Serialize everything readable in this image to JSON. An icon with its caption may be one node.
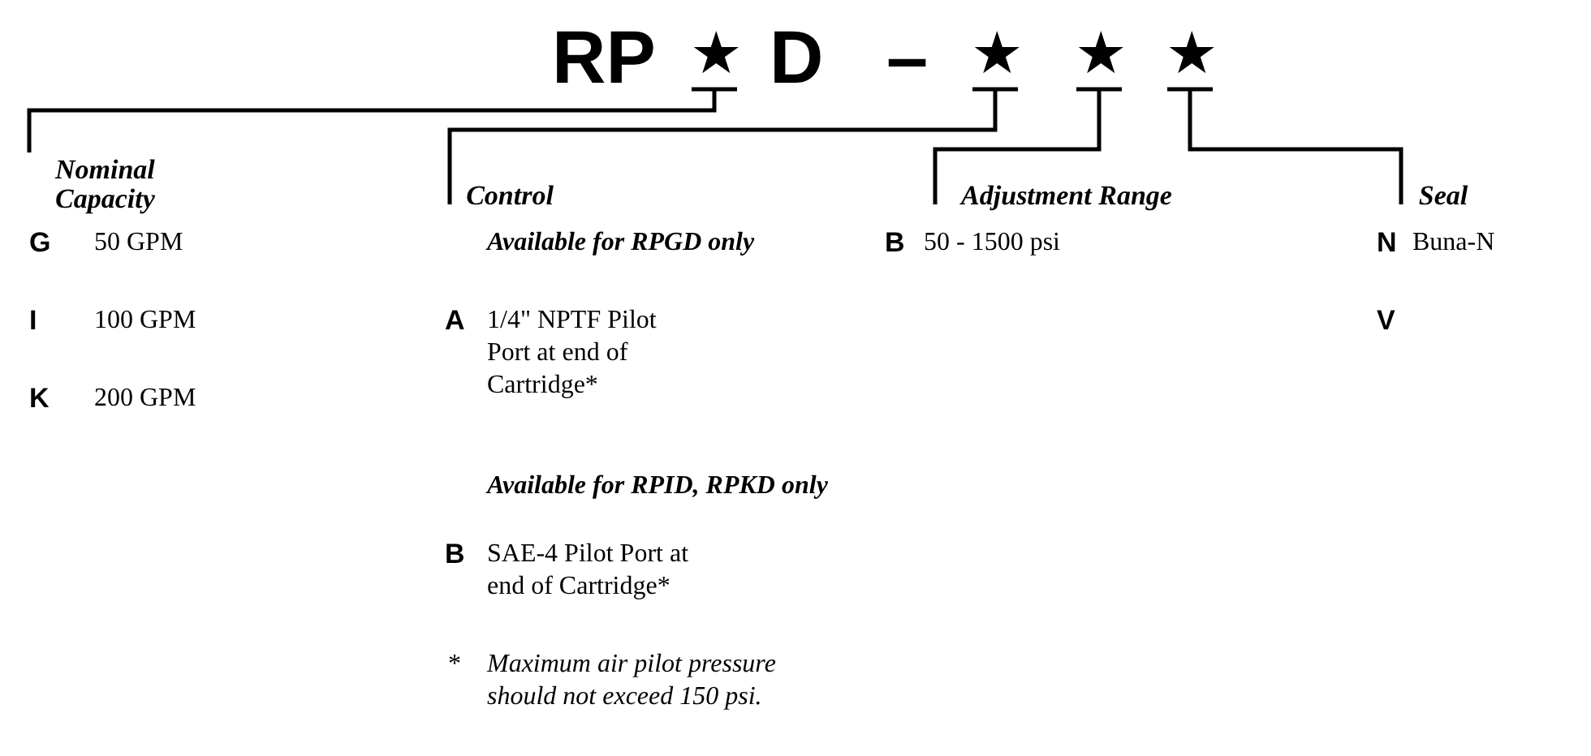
{
  "diagram": {
    "nodes": [
      {
        "text": [
          "★"
        ]
      },
      {
        "text": [
          "★"
        ]
      },
      {
        "text": [
          "★"
        ]
      },
      {
        "text": [
          "★"
        ]
      },
      {
        "text": [
          "Nominal Capacity"
        ]
      },
      {
        "text": [
          "Control"
        ]
      },
      {
        "text": [
          "Adjustment Range"
        ]
      },
      {
        "text": [
          "Seal"
        ]
      }
    ],
    "edges": [
      {
        "from": 0,
        "to": 4,
        "arrow": "none"
      },
      {
        "from": 1,
        "to": 5,
        "arrow": "none"
      },
      {
        "from": 2,
        "to": 6,
        "arrow": "none"
      },
      {
        "from": 3,
        "to": 7,
        "arrow": "none"
      }
    ],
    "labels": [
      "RP",
      "D",
      "–",
      "G",
      "50 GPM",
      "Available for RPGD only",
      "B",
      "50 - 1500 psi",
      "N",
      "Buna-N",
      "I",
      "100 GPM",
      "A",
      "1/4\" NPTF Pilot Port at end of Cartridge*",
      "V",
      "K",
      "200 GPM",
      "Available for RPID, RPKD only",
      "B",
      "SAE-4 Pilot Port at end of Cartridge*",
      "*",
      "Maximum air pilot pressure should not exceed 150 psi."
    ]
  }
}
